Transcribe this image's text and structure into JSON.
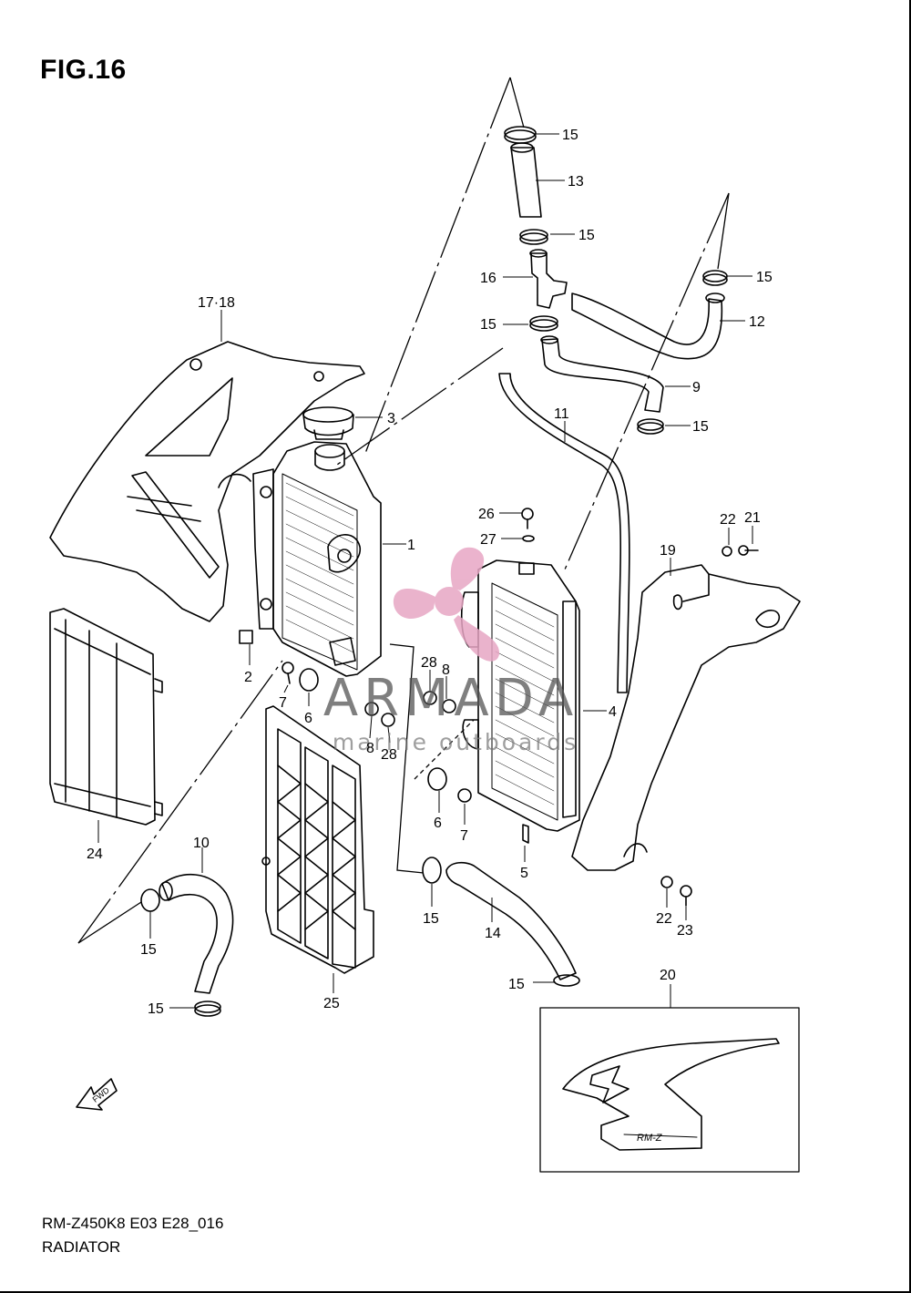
{
  "figure": {
    "title": "FIG.16",
    "code": "RM-Z450K8 E03 E28_016",
    "name": "RADIATOR"
  },
  "watermark": {
    "brand": "ARMADA",
    "tagline": "marine outboards",
    "logo_color": "#e7a6c4"
  },
  "fwd_arrow": "FWD",
  "decal_text": "RM-Z",
  "callouts": [
    "1",
    "2",
    "3",
    "4",
    "5",
    "6",
    "6",
    "7",
    "7",
    "8",
    "8",
    "9",
    "11",
    "12",
    "13",
    "14",
    "15",
    "15",
    "15",
    "15",
    "15",
    "15",
    "15",
    "15",
    "15",
    "16",
    "17·18",
    "19",
    "20",
    "21",
    "22",
    "22",
    "23",
    "24",
    "25",
    "26",
    "27",
    "28",
    "28",
    "10"
  ]
}
